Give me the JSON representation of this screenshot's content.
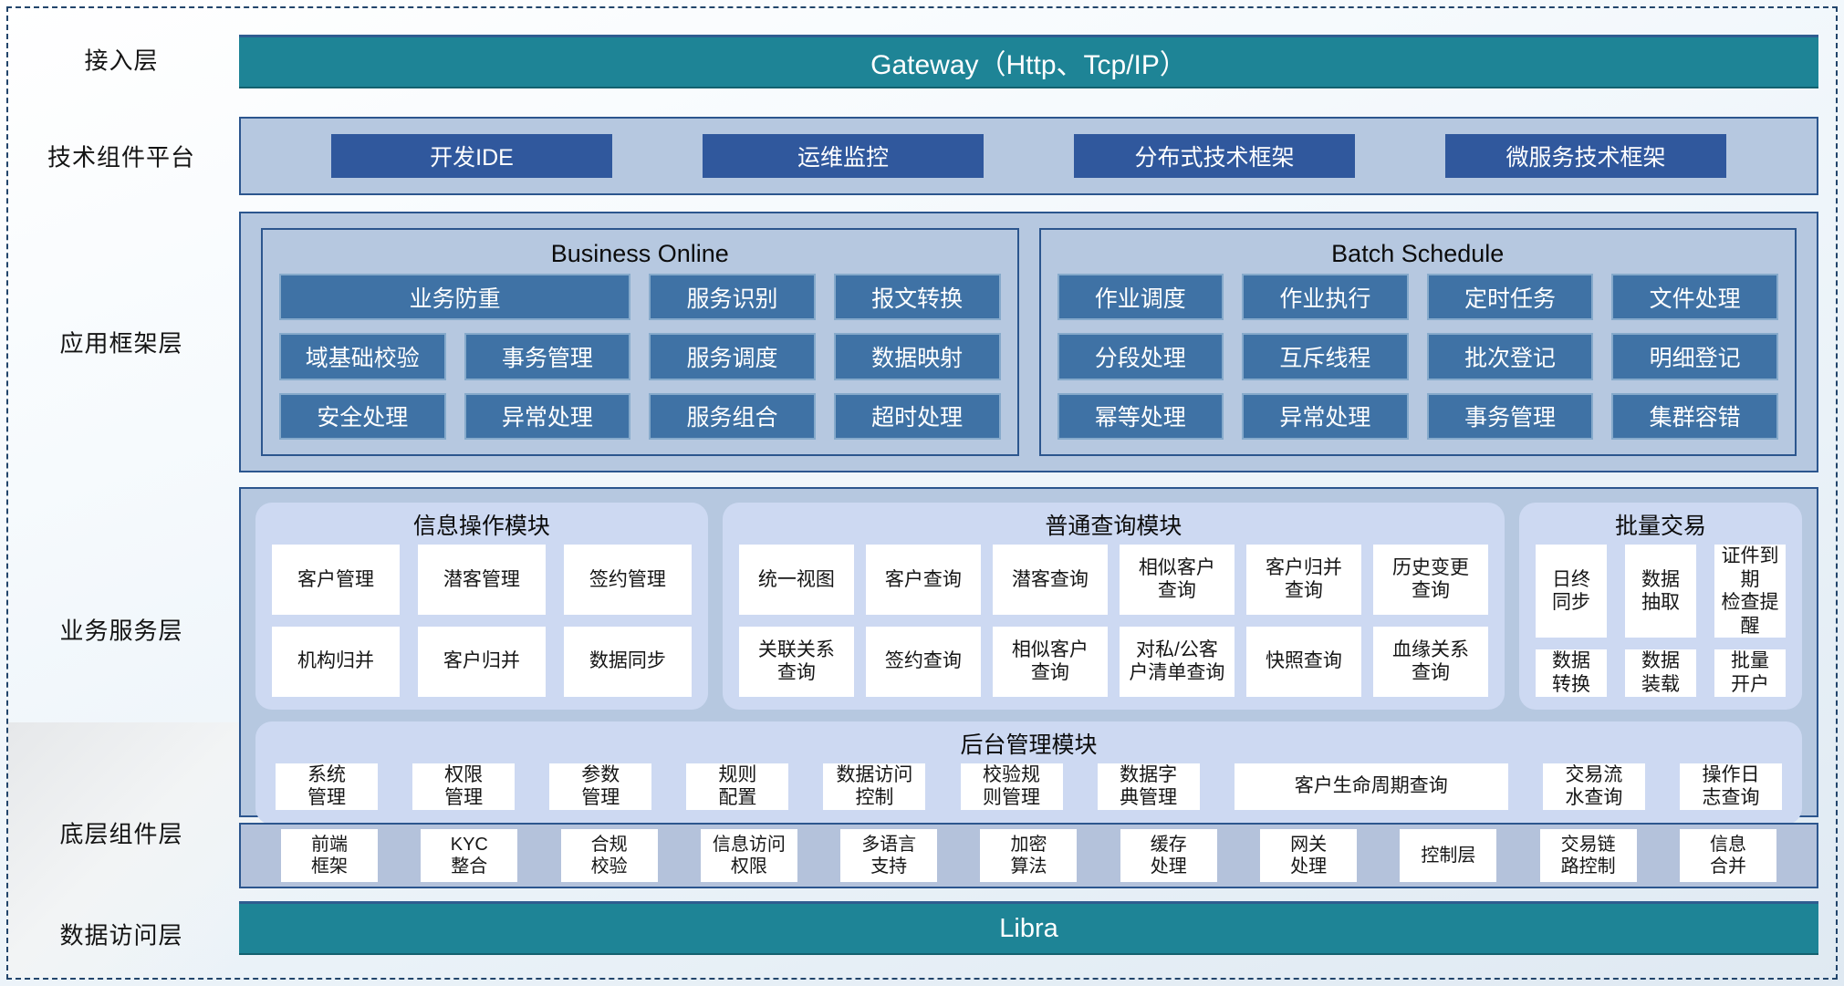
{
  "colors": {
    "teal": "#1E8496",
    "navy_border": "#2C568E",
    "dark_button": "#30589D",
    "steel_button": "#3F72A5",
    "panel_bg": "#B6C8E0",
    "module_bg": "#CDD9F2",
    "button_bg": "#FFFFFF"
  },
  "access": {
    "label": "接入层",
    "banner": "Gateway（Http、Tcp/IP）"
  },
  "tech": {
    "label": "技术组件平台",
    "items": [
      "开发IDE",
      "运维监控",
      "分布式技术框架",
      "微服务技术框架"
    ]
  },
  "appframe": {
    "label": "应用框架层",
    "business_online": {
      "title": "Business Online",
      "items": [
        "业务防重",
        "服务识别",
        "报文转换",
        "域基础校验",
        "事务管理",
        "服务调度",
        "数据映射",
        "安全处理",
        "异常处理",
        "服务组合",
        "超时处理"
      ]
    },
    "batch_schedule": {
      "title": "Batch Schedule",
      "items": [
        "作业调度",
        "作业执行",
        "定时任务",
        "文件处理",
        "分段处理",
        "互斥线程",
        "批次登记",
        "明细登记",
        "幂等处理",
        "异常处理",
        "事务管理",
        "集群容错"
      ]
    }
  },
  "service": {
    "label": "业务服务层",
    "info": {
      "title": "信息操作模块",
      "items": [
        "客户管理",
        "潜客管理",
        "签约管理",
        "机构归并",
        "客户归并",
        "数据同步"
      ]
    },
    "query": {
      "title": "普通查询模块",
      "items": [
        "统一视图",
        "客户查询",
        "潜客查询",
        "相似客户\n查询",
        "客户归并\n查询",
        "历史变更\n查询",
        "关联关系\n查询",
        "签约查询",
        "相似客户\n查询",
        "对私/公客\n户清单查询",
        "快照查询",
        "血缘关系\n查询"
      ]
    },
    "batch": {
      "title": "批量交易",
      "items": [
        "日终\n同步",
        "数据\n抽取",
        "证件到期\n检查提醒",
        "数据\n转换",
        "数据\n装载",
        "批量\n开户"
      ]
    },
    "admin": {
      "title": "后台管理模块",
      "items": [
        "系统\n管理",
        "权限\n管理",
        "参数\n管理",
        "规则\n配置",
        "数据访问\n控制",
        "校验规\n则管理",
        "数据字\n典管理",
        "客户生命周期查询",
        "交易流\n水查询",
        "操作日\n志查询"
      ]
    }
  },
  "bottom": {
    "label": "底层组件层",
    "items": [
      "前端\n框架",
      "KYC\n整合",
      "合规\n校验",
      "信息访问\n权限",
      "多语言\n支持",
      "加密\n算法",
      "缓存\n处理",
      "网关\n处理",
      "控制层",
      "交易链\n路控制",
      "信息\n合并"
    ]
  },
  "data_access": {
    "label": "数据访问层",
    "banner": "Libra"
  }
}
